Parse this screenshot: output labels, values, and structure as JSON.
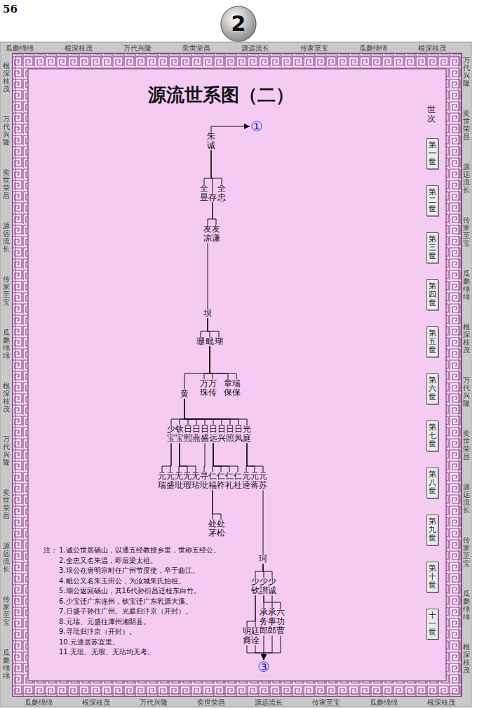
{
  "diagram": {
    "title": "源流世系图（二）",
    "nodes": [
      {
        "text": [
          "2"
        ]
      },
      {
        "text": [
          "朱诚"
        ]
      },
      {
        "text": [
          "①"
        ]
      },
      {
        "text": [
          "全昱"
        ]
      },
      {
        "text": [
          "存"
        ]
      },
      {
        "text": [
          "全忠"
        ]
      },
      {
        "text": [
          "友凉"
        ]
      },
      {
        "text": [
          "友谦"
        ]
      },
      {
        "text": [
          "坝"
        ]
      },
      {
        "text": [
          "珊"
        ]
      },
      {
        "text": [
          "毗"
        ]
      },
      {
        "text": [
          "瑚"
        ]
      },
      {
        "text": [
          "黄"
        ]
      },
      {
        "text": [
          "万珠"
        ]
      },
      {
        "text": [
          "万传"
        ]
      },
      {
        "text": [
          "章保"
        ]
      },
      {
        "text": [
          "瑞保"
        ]
      },
      {
        "text": [
          "少宝"
        ]
      },
      {
        "text": [
          "钦宝"
        ]
      },
      {
        "text": [
          "日熙"
        ]
      },
      {
        "text": [
          "日燕"
        ]
      },
      {
        "text": [
          "日盛"
        ]
      },
      {
        "text": [
          "日远"
        ]
      },
      {
        "text": [
          "日兴"
        ]
      },
      {
        "text": [
          "日照"
        ]
      },
      {
        "text": [
          "日凤"
        ]
      },
      {
        "text": [
          "光庭"
        ]
      },
      {
        "text": [
          "元瑞"
        ]
      },
      {
        "text": [
          "元盛"
        ]
      },
      {
        "text": [
          "无玭"
        ]
      },
      {
        "text": [
          "无瑕"
        ]
      },
      {
        "text": [
          "无玷"
        ]
      },
      {
        "text": [
          "寻玭"
        ]
      },
      {
        "text": [
          "仁福"
        ]
      },
      {
        "text": [
          "仁祚"
        ]
      },
      {
        "text": [
          "仁礼"
        ]
      },
      {
        "text": [
          "仁社"
        ]
      },
      {
        "text": [
          "元逵"
        ]
      },
      {
        "text": [
          "元蒋"
        ]
      },
      {
        "text": [
          "元苏"
        ]
      },
      {
        "text": [
          "处茅"
        ]
      },
      {
        "text": [
          "处松"
        ]
      },
      {
        "text": [
          "珂"
        ]
      },
      {
        "text": [
          "少钦"
        ]
      },
      {
        "text": [
          "少讃"
        ]
      },
      {
        "text": [
          "少诚"
        ]
      },
      {
        "text": [
          "明裔"
        ]
      },
      {
        "text": [
          "廷诠"
        ]
      },
      {
        "text": [
          "承务郎"
        ]
      },
      {
        "text": [
          "承事郎"
        ]
      },
      {
        "text": [
          "六功曹"
        ]
      },
      {
        "text": [
          "③"
        ]
      },
      {
        "text": [
          "第一世"
        ]
      },
      {
        "text": [
          "第二世"
        ]
      },
      {
        "text": [
          "第三世"
        ]
      },
      {
        "text": [
          "第四世"
        ]
      },
      {
        "text": [
          "第五世"
        ]
      },
      {
        "text": [
          "第六世"
        ]
      },
      {
        "text": [
          "第七世"
        ]
      },
      {
        "text": [
          "第八世"
        ]
      },
      {
        "text": [
          "第九世"
        ]
      },
      {
        "text": [
          "第十世"
        ]
      },
      {
        "text": [
          "十一世"
        ]
      }
    ],
    "edges": [
      {
        "from": 1,
        "to": 2,
        "arrow": "to"
      },
      {
        "from": 1,
        "to": 3,
        "arrow": "none"
      },
      {
        "from": 1,
        "to": 4,
        "arrow": "none"
      },
      {
        "from": 1,
        "to": 5,
        "arrow": "none"
      },
      {
        "from": 4,
        "to": 6,
        "arrow": "none"
      },
      {
        "from": 4,
        "to": 7,
        "arrow": "none"
      },
      {
        "from": 6,
        "to": 8,
        "arrow": "none"
      },
      {
        "from": 8,
        "to": 9,
        "arrow": "none"
      },
      {
        "from": 8,
        "to": 10,
        "arrow": "none"
      },
      {
        "from": 8,
        "to": 11,
        "arrow": "none"
      },
      {
        "from": 10,
        "to": 12,
        "arrow": "none"
      },
      {
        "from": 10,
        "to": 13,
        "arrow": "none"
      },
      {
        "from": 10,
        "to": 14,
        "arrow": "none"
      },
      {
        "from": 10,
        "to": 15,
        "arrow": "none"
      },
      {
        "from": 10,
        "to": 16,
        "arrow": "none"
      },
      {
        "from": 12,
        "to": 17,
        "arrow": "none"
      },
      {
        "from": 12,
        "to": 18,
        "arrow": "none"
      },
      {
        "from": 12,
        "to": 19,
        "arrow": "none"
      },
      {
        "from": 12,
        "to": 20,
        "arrow": "none"
      },
      {
        "from": 12,
        "to": 21,
        "arrow": "none"
      },
      {
        "from": 12,
        "to": 22,
        "arrow": "none"
      },
      {
        "from": 12,
        "to": 23,
        "arrow": "none"
      },
      {
        "from": 12,
        "to": 24,
        "arrow": "none"
      },
      {
        "from": 12,
        "to": 25,
        "arrow": "none"
      },
      {
        "from": 12,
        "to": 26,
        "arrow": "none"
      },
      {
        "from": 17,
        "to": 27,
        "arrow": "none"
      },
      {
        "from": 17,
        "to": 28,
        "arrow": "none"
      },
      {
        "from": 18,
        "to": 29,
        "arrow": "none"
      },
      {
        "from": 18,
        "to": 30,
        "arrow": "none"
      },
      {
        "from": 18,
        "to": 31,
        "arrow": "none"
      },
      {
        "from": 21,
        "to": 32,
        "arrow": "none"
      },
      {
        "from": 22,
        "to": 33,
        "arrow": "none"
      },
      {
        "from": 22,
        "to": 34,
        "arrow": "none"
      },
      {
        "from": 22,
        "to": 35,
        "arrow": "none"
      },
      {
        "from": 22,
        "to": 36,
        "arrow": "none"
      },
      {
        "from": 26,
        "to": 37,
        "arrow": "none"
      },
      {
        "from": 26,
        "to": 38,
        "arrow": "none"
      },
      {
        "from": 26,
        "to": 39,
        "arrow": "none"
      },
      {
        "from": 33,
        "to": 40,
        "arrow": "none"
      },
      {
        "from": 33,
        "to": 41,
        "arrow": "none"
      },
      {
        "from": 39,
        "to": 42,
        "arrow": "none"
      },
      {
        "from": 42,
        "to": 43,
        "arrow": "none"
      },
      {
        "from": 42,
        "to": 44,
        "arrow": "none"
      },
      {
        "from": 42,
        "to": 45,
        "arrow": "none"
      },
      {
        "from": 43,
        "to": 46,
        "arrow": "none"
      },
      {
        "from": 43,
        "to": 47,
        "arrow": "none"
      },
      {
        "from": 44,
        "to": 48,
        "arrow": "none"
      },
      {
        "from": 44,
        "to": 49,
        "arrow": "none"
      },
      {
        "from": 45,
        "to": 50,
        "arrow": "none"
      },
      {
        "from": 46,
        "to": 51,
        "arrow": "to"
      },
      {
        "from": 47,
        "to": 51,
        "arrow": "to"
      },
      {
        "from": 48,
        "to": 51,
        "arrow": "to"
      },
      {
        "from": 49,
        "to": 51,
        "arrow": "to"
      },
      {
        "from": 50,
        "to": 51,
        "arrow": "to"
      }
    ],
    "labels": [
      "56",
      "瓜瓞绵绵",
      "根深枝茂",
      "万代兴隆",
      "奕世荣昌",
      "源远流长",
      "传家至宝",
      "瓜瓞绵绵",
      "根深枝茂",
      "根深枝茂",
      "万代兴隆",
      "奕世荣昌",
      "源远流长",
      "传家至宝",
      "瓜瓞绵绵",
      "根深枝茂",
      "万代兴隆",
      "奕世荣昌",
      "源远流长",
      "传家至宝",
      "瓜瓞绵绵",
      "万代兴隆",
      "奕世荣昌",
      "源远流长",
      "传家至宝",
      "瓜瓞绵绵",
      "根深枝茂",
      "万代兴隆",
      "奕世荣昌",
      "源远流长",
      "传家至宝",
      "瓜瓞绵绵",
      "根深枝茂",
      "世次",
      "注：",
      "1.诚公世居砀山，以通五经教授乡里，世称五经公。",
      "2.全忠又名朱温，即后梁太祖。",
      "3.坝公在唐明宗时任广州节度使，卒于曲江。",
      "4.毗公又名朱玉田公，为汝城朱氏始祖。",
      "5.瑚公返回砀山，其16代孙衍昌迁桂东白竹。",
      "6.少宝迁广东连州，钦宝迁广东乳源大溪。",
      "7.日盛子孙往广州。光庭归汴京（开封）。",
      "8.元瑞、元盛往潭州湘阴县。",
      "9.寻玭归汴京（开封）。",
      "10.元逵居苏宜里。",
      "11.无玭、无瑕、无玷均无考。",
      "瓜瓞绵绵",
      "根深枝茂",
      "万代兴隆",
      "奕世荣昌",
      "源远流长",
      "传家至宝",
      "瓜瓞绵绵",
      "根深枝茂"
    ]
  }
}
